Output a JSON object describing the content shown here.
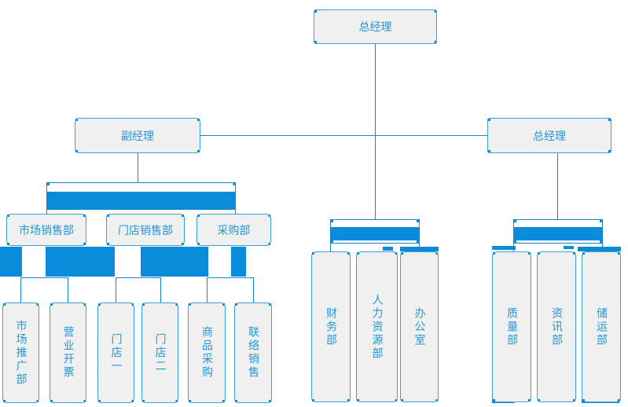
{
  "colors": {
    "accent": "#0b8cda",
    "connector_line": "#1287d2",
    "box_border": "#3aa0de",
    "box_fill": "#f0f0f0",
    "text": "#2196d8",
    "background": "#ffffff"
  },
  "org_chart": {
    "root": {
      "label": "总经理"
    },
    "level2": {
      "deputy_manager": {
        "label": "副经理"
      },
      "general_manager_right": {
        "label": "总经理"
      }
    },
    "left_branch": {
      "departments": [
        {
          "label": "市场销售部"
        },
        {
          "label": "门店销售部"
        },
        {
          "label": "采购部"
        }
      ],
      "teams": [
        {
          "label": "市场推广部"
        },
        {
          "label": "营业开票"
        },
        {
          "label": "门店一"
        },
        {
          "label": "门店二"
        },
        {
          "label": "商品采购"
        },
        {
          "label": "联络销售"
        }
      ]
    },
    "middle_branch": {
      "departments": [
        {
          "label": "财务部"
        },
        {
          "label": "人力资源部"
        },
        {
          "label": "办公室"
        }
      ]
    },
    "right_branch": {
      "departments": [
        {
          "label": "质量部"
        },
        {
          "label": "资讯部"
        },
        {
          "label": "储运部"
        }
      ]
    }
  }
}
